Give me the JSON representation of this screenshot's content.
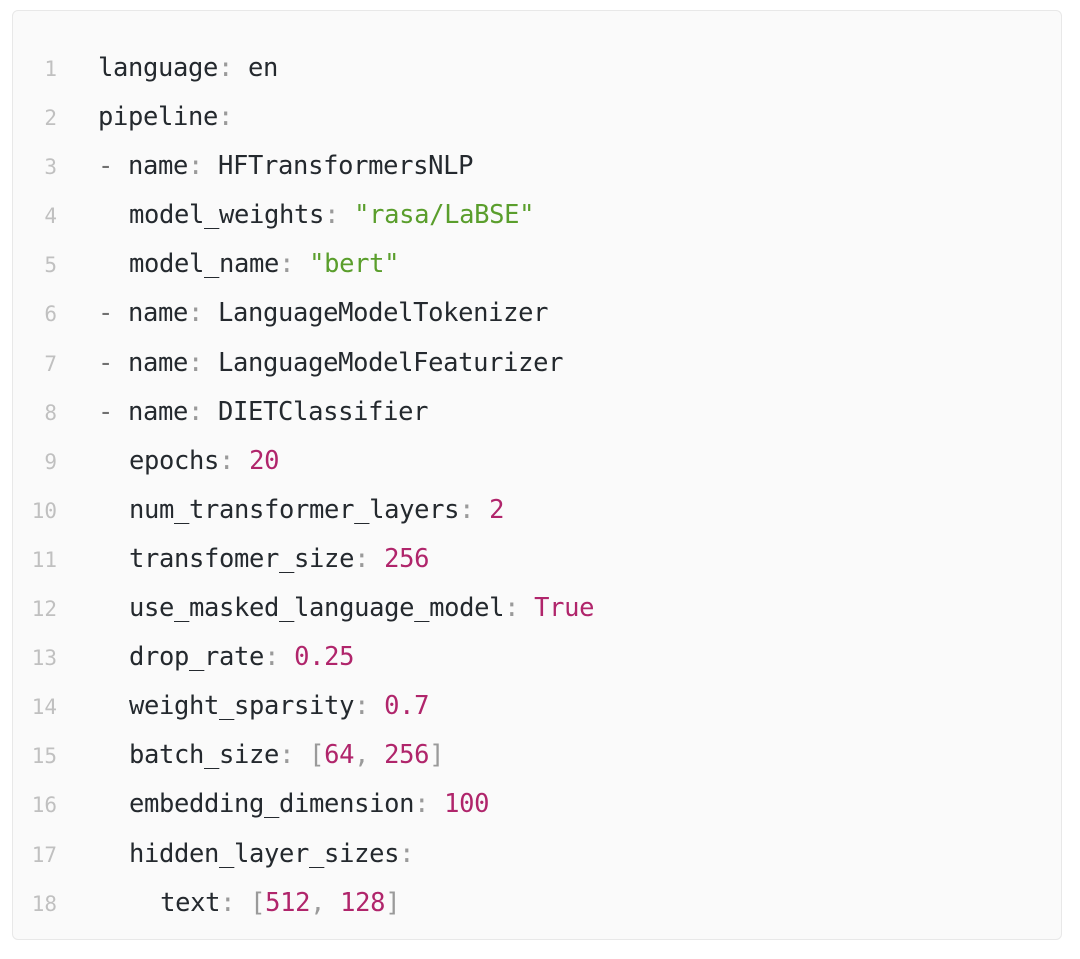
{
  "block": {
    "language": "yaml",
    "background": "#fafafa",
    "border_color": "#e8e8e8",
    "gutter_color": "#c0c0c0",
    "colors": {
      "key": "#24292e",
      "string": "#5a9e2c",
      "number": "#b0256b",
      "boolean": "#b0256b",
      "punctuation": "#9a9a9a",
      "bracket": "#9a9a9a"
    },
    "first_line_number": 1,
    "last_line_number": 18,
    "line_count": 18
  },
  "lines": [
    {
      "number": "1",
      "indent": 0,
      "tokens": [
        {
          "t": "language",
          "c": "tok-key"
        },
        {
          "t": ":",
          "c": "tok-punct"
        },
        {
          "t": " en",
          "c": "tok-plain"
        }
      ]
    },
    {
      "number": "2",
      "indent": 0,
      "tokens": [
        {
          "t": "pipeline",
          "c": "tok-key"
        },
        {
          "t": ":",
          "c": "tok-punct"
        }
      ]
    },
    {
      "number": "3",
      "indent": 0,
      "tokens": [
        {
          "t": "-",
          "c": "tok-dash"
        },
        {
          "t": " name",
          "c": "tok-key"
        },
        {
          "t": ":",
          "c": "tok-punct"
        },
        {
          "t": " HFTransformersNLP",
          "c": "tok-plain"
        }
      ]
    },
    {
      "number": "4",
      "indent": 2,
      "tokens": [
        {
          "t": "model_weights",
          "c": "tok-key"
        },
        {
          "t": ":",
          "c": "tok-punct"
        },
        {
          "t": " ",
          "c": "tok-plain"
        },
        {
          "t": "\"rasa/LaBSE\"",
          "c": "tok-string"
        }
      ]
    },
    {
      "number": "5",
      "indent": 2,
      "tokens": [
        {
          "t": "model_name",
          "c": "tok-key"
        },
        {
          "t": ":",
          "c": "tok-punct"
        },
        {
          "t": " ",
          "c": "tok-plain"
        },
        {
          "t": "\"bert\"",
          "c": "tok-string"
        }
      ]
    },
    {
      "number": "6",
      "indent": 0,
      "tokens": [
        {
          "t": "-",
          "c": "tok-dash"
        },
        {
          "t": " name",
          "c": "tok-key"
        },
        {
          "t": ":",
          "c": "tok-punct"
        },
        {
          "t": " LanguageModelTokenizer",
          "c": "tok-plain"
        }
      ]
    },
    {
      "number": "7",
      "indent": 0,
      "tokens": [
        {
          "t": "-",
          "c": "tok-dash"
        },
        {
          "t": " name",
          "c": "tok-key"
        },
        {
          "t": ":",
          "c": "tok-punct"
        },
        {
          "t": " LanguageModelFeaturizer",
          "c": "tok-plain"
        }
      ]
    },
    {
      "number": "8",
      "indent": 0,
      "tokens": [
        {
          "t": "-",
          "c": "tok-dash"
        },
        {
          "t": " name",
          "c": "tok-key"
        },
        {
          "t": ":",
          "c": "tok-punct"
        },
        {
          "t": " DIETClassifier",
          "c": "tok-plain"
        }
      ]
    },
    {
      "number": "9",
      "indent": 2,
      "tokens": [
        {
          "t": "epochs",
          "c": "tok-key"
        },
        {
          "t": ":",
          "c": "tok-punct"
        },
        {
          "t": " ",
          "c": "tok-plain"
        },
        {
          "t": "20",
          "c": "tok-number"
        }
      ]
    },
    {
      "number": "10",
      "indent": 2,
      "tokens": [
        {
          "t": "num_transformer_layers",
          "c": "tok-key"
        },
        {
          "t": ":",
          "c": "tok-punct"
        },
        {
          "t": " ",
          "c": "tok-plain"
        },
        {
          "t": "2",
          "c": "tok-number"
        }
      ]
    },
    {
      "number": "11",
      "indent": 2,
      "tokens": [
        {
          "t": "transfomer_size",
          "c": "tok-key"
        },
        {
          "t": ":",
          "c": "tok-punct"
        },
        {
          "t": " ",
          "c": "tok-plain"
        },
        {
          "t": "256",
          "c": "tok-number"
        }
      ]
    },
    {
      "number": "12",
      "indent": 2,
      "tokens": [
        {
          "t": "use_masked_language_model",
          "c": "tok-key"
        },
        {
          "t": ":",
          "c": "tok-punct"
        },
        {
          "t": " ",
          "c": "tok-plain"
        },
        {
          "t": "True",
          "c": "tok-bool"
        }
      ]
    },
    {
      "number": "13",
      "indent": 2,
      "tokens": [
        {
          "t": "drop_rate",
          "c": "tok-key"
        },
        {
          "t": ":",
          "c": "tok-punct"
        },
        {
          "t": " ",
          "c": "tok-plain"
        },
        {
          "t": "0.25",
          "c": "tok-number"
        }
      ]
    },
    {
      "number": "14",
      "indent": 2,
      "tokens": [
        {
          "t": "weight_sparsity",
          "c": "tok-key"
        },
        {
          "t": ":",
          "c": "tok-punct"
        },
        {
          "t": " ",
          "c": "tok-plain"
        },
        {
          "t": "0.7",
          "c": "tok-number"
        }
      ]
    },
    {
      "number": "15",
      "indent": 2,
      "tokens": [
        {
          "t": "batch_size",
          "c": "tok-key"
        },
        {
          "t": ":",
          "c": "tok-punct"
        },
        {
          "t": " ",
          "c": "tok-plain"
        },
        {
          "t": "[",
          "c": "tok-bracket"
        },
        {
          "t": "64",
          "c": "tok-number"
        },
        {
          "t": ", ",
          "c": "tok-bracket"
        },
        {
          "t": "256",
          "c": "tok-number"
        },
        {
          "t": "]",
          "c": "tok-bracket"
        }
      ]
    },
    {
      "number": "16",
      "indent": 2,
      "tokens": [
        {
          "t": "embedding_dimension",
          "c": "tok-key"
        },
        {
          "t": ":",
          "c": "tok-punct"
        },
        {
          "t": " ",
          "c": "tok-plain"
        },
        {
          "t": "100",
          "c": "tok-number"
        }
      ]
    },
    {
      "number": "17",
      "indent": 2,
      "tokens": [
        {
          "t": "hidden_layer_sizes",
          "c": "tok-key"
        },
        {
          "t": ":",
          "c": "tok-punct"
        }
      ]
    },
    {
      "number": "18",
      "indent": 4,
      "tokens": [
        {
          "t": "text",
          "c": "tok-key"
        },
        {
          "t": ":",
          "c": "tok-punct"
        },
        {
          "t": " ",
          "c": "tok-plain"
        },
        {
          "t": "[",
          "c": "tok-bracket"
        },
        {
          "t": "512",
          "c": "tok-number"
        },
        {
          "t": ", ",
          "c": "tok-bracket"
        },
        {
          "t": "128",
          "c": "tok-number"
        },
        {
          "t": "]",
          "c": "tok-bracket"
        }
      ]
    }
  ]
}
